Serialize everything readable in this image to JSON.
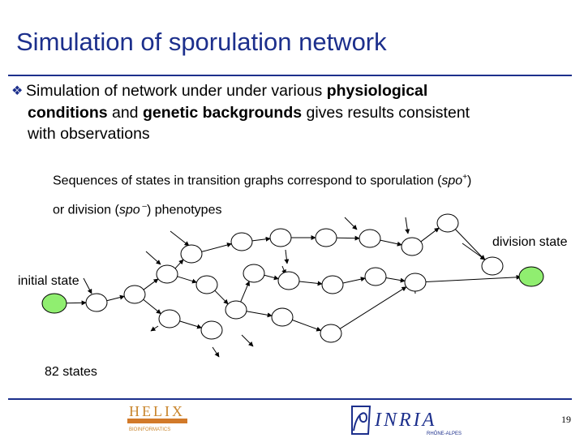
{
  "slide": {
    "title": "Simulation of sporulation network",
    "bullet": {
      "marker_icon": "diamond-bullet-icon",
      "line1_pre": "Simulation of network under under various ",
      "line1_bold": "physiological",
      "line2_bold1": "conditions",
      "line2_mid": " and ",
      "line2_bold2": "genetic backgrounds",
      "line2_post": " gives results consistent",
      "line3": "with observations"
    },
    "sub_text": {
      "line1_pre": "Sequences of states in transition graphs correspond to sporulation (",
      "line1_italic": "spo",
      "line1_sup": "+",
      "line1_post": ")",
      "line2_pre": "or division (",
      "line2_italic": "spo",
      "line2_sup": " –",
      "line2_post": ") phenotypes"
    },
    "graph": {
      "division_label": "division state",
      "initial_label": "initial state",
      "count_label": "82 states",
      "node_color": "#ffffff",
      "special_node_color": "#90ee70",
      "edge_color": "#000000"
    },
    "footer": {
      "helix_logo_text": "HELIX",
      "helix_sub_text": "BIOINFORMATICS",
      "inria_logo_text": "INRIA",
      "inria_sub_text": "RHÔNE-ALPES",
      "page_number": "19"
    },
    "colors": {
      "title": "#1c2f8c",
      "rule": "#1c2f8c"
    }
  }
}
